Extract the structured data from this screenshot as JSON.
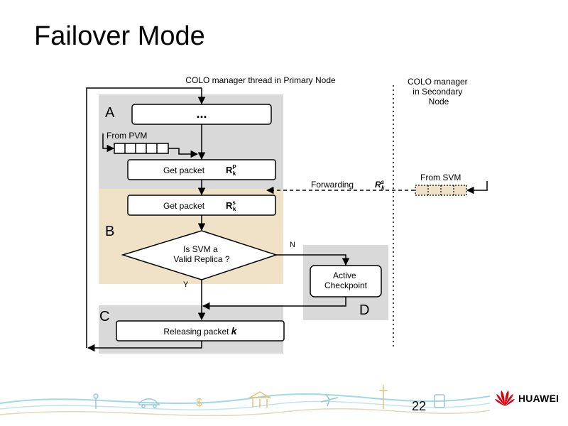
{
  "slide": {
    "title": "Failover Mode",
    "page_number": "22",
    "brand": "HUAWEI"
  },
  "diagram": {
    "primary_header": "COLO manager thread in Primary Node",
    "secondary_header": [
      "COLO manager",
      "in Secondary",
      "Node"
    ],
    "regions": {
      "a": "A",
      "b": "B",
      "c": "C",
      "d": "D"
    },
    "ellipsis_box": "...",
    "from_pvm": "From PVM",
    "from_svm": "From SVM",
    "get_packet_primary": "Get packet",
    "get_packet_secondary": "Get packet",
    "packet_symbol": "R",
    "packet_sub": "k",
    "primary_sup": "P",
    "secondary_sup": "s",
    "forwarding": "Forwarding",
    "decision": [
      "Is SVM a",
      "Valid Replica ?"
    ],
    "branch_no": "N",
    "branch_yes": "Y",
    "active_checkpoint": [
      "Active",
      "Checkpoint"
    ],
    "releasing_packet": "Releasing packet",
    "releasing_k": "k"
  },
  "colors": {
    "region_gray": "#d9d9d9",
    "region_tan": "#efe2c6",
    "box_stroke": "#000000",
    "brand_red": "#d7000f",
    "footer_wave": "#9fd9e6"
  }
}
